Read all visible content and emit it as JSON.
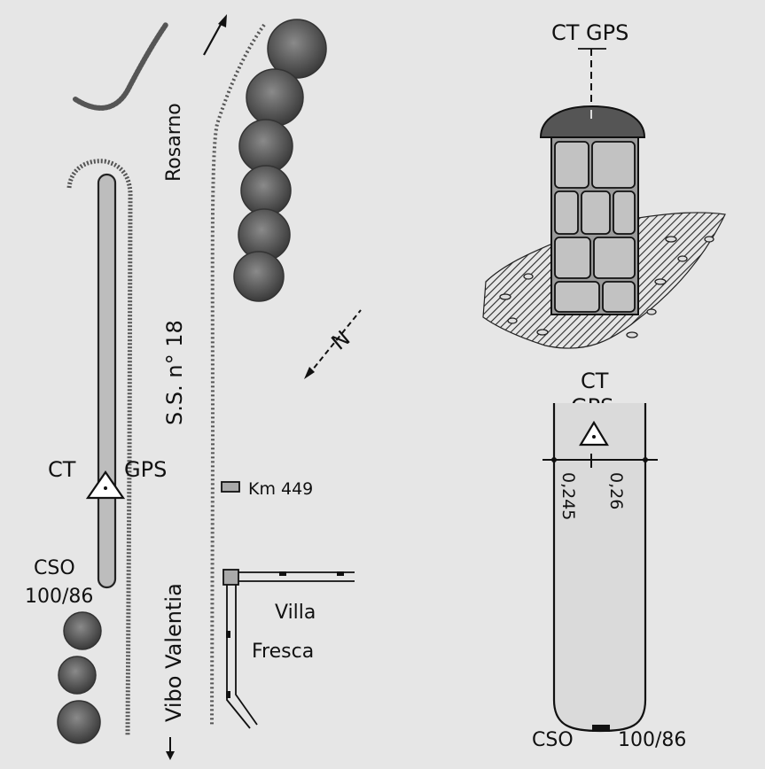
{
  "left_map": {
    "road_to_north": "Rosarno",
    "road_name": "S.S. n° 18",
    "road_to_south": "Vibo Valentia",
    "ct_label": "CT",
    "gps_label": "GPS",
    "cso_label": "CSO",
    "cso_number": "100/86",
    "km_label": "Km 449",
    "place_line1": "Villa",
    "place_line2": "Fresca",
    "north_letter": "N"
  },
  "right_detail": {
    "top_label": "CT GPS",
    "ct_label": "CT",
    "gps_label": "GPS",
    "dist_left": "0,245",
    "dist_right": "0,26",
    "cso_label": "CSO",
    "cso_number": "100/86"
  }
}
